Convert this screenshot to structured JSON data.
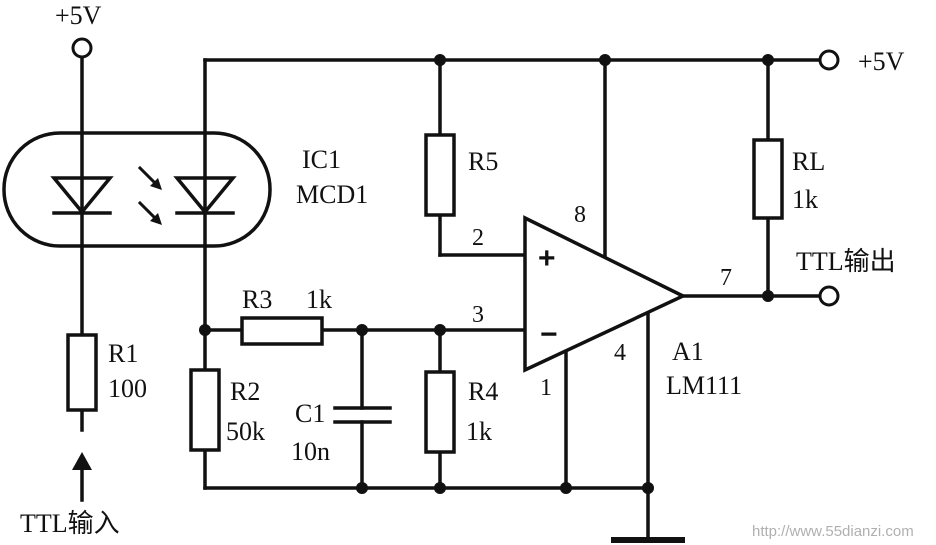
{
  "supply_top_left": "+5V",
  "supply_right": "+5V",
  "input_label": "TTL输入",
  "output_label": "TTL输出",
  "ic1": {
    "ref": "IC1",
    "part": "MCD1"
  },
  "a1": {
    "ref": "A1",
    "part": "LM111"
  },
  "r1": {
    "ref": "R1",
    "value": "100"
  },
  "r2": {
    "ref": "R2",
    "value": "50k"
  },
  "r3": {
    "ref": "R3",
    "value": "1k"
  },
  "r4": {
    "ref": "R4",
    "value": "1k"
  },
  "r5": {
    "ref": "R5"
  },
  "rl": {
    "ref": "RL",
    "value": "1k"
  },
  "c1": {
    "ref": "C1",
    "value": "10n"
  },
  "pins": {
    "p1": "1",
    "p2": "2",
    "p3": "3",
    "p4": "4",
    "p7": "7",
    "p8": "8"
  },
  "op_plus": "+",
  "op_minus": "−",
  "watermark": "http://www.55dianzi.com"
}
